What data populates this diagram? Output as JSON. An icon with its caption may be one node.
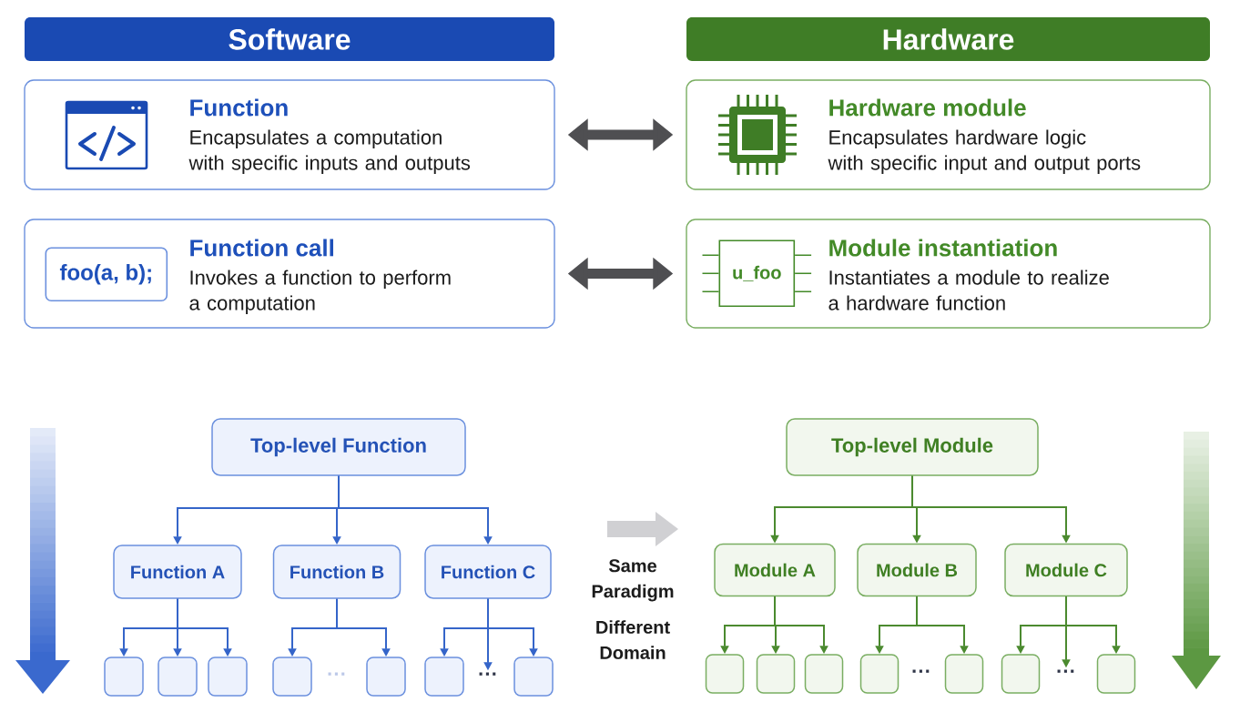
{
  "diagram": {
    "nodes": [
      {
        "text": [
          "Software"
        ]
      },
      {
        "text": [
          "Hardware"
        ]
      },
      {
        "text": [
          "Function",
          "Encapsulates a computation with specific inputs and outputs"
        ]
      },
      {
        "text": [
          "Hardware module",
          "Encapsulates hardware logic with specific input and output ports"
        ]
      },
      {
        "text": [
          "Function call",
          "Invokes a function to perform a computation"
        ]
      },
      {
        "text": [
          "foo(a, b);"
        ],
        "in": 4
      },
      {
        "text": [
          "Module instantiation",
          "Instantiates a module to realize a hardware function"
        ]
      },
      {
        "text": [
          "u_foo"
        ],
        "in": 6
      },
      {
        "text": [
          "Top-level Function"
        ]
      },
      {
        "text": [
          "Top-level Module"
        ]
      },
      {
        "text": [
          "Function A"
        ]
      },
      {
        "text": [
          "Function B"
        ]
      },
      {
        "text": [
          "Function C"
        ]
      },
      {
        "text": [
          "Module A"
        ]
      },
      {
        "text": [
          "Module B"
        ]
      },
      {
        "text": [
          "Module C"
        ]
      },
      {
        "text": [],
        "shape": "box"
      },
      {
        "text": [],
        "shape": "box"
      },
      {
        "text": [],
        "shape": "box"
      },
      {
        "text": [],
        "shape": "box"
      },
      {
        "text": [],
        "shape": "box"
      },
      {
        "text": [],
        "shape": "box"
      },
      {
        "text": [
          "···"
        ]
      },
      {
        "text": [],
        "shape": "box"
      },
      {
        "text": [],
        "shape": "box"
      },
      {
        "text": [],
        "shape": "box"
      },
      {
        "text": [],
        "shape": "box"
      },
      {
        "text": [],
        "shape": "box"
      },
      {
        "text": [],
        "shape": "box"
      },
      {
        "text": [],
        "shape": "box"
      },
      {
        "text": [
          "···"
        ]
      },
      {
        "text": [],
        "shape": "box"
      }
    ],
    "edges": [
      {
        "from": 2,
        "to": 3,
        "arrow": "both",
        "style": "thick",
        "color": "#4f4f52"
      },
      {
        "from": 4,
        "to": 6,
        "arrow": "both",
        "style": "thick",
        "color": "#4f4f52"
      },
      {
        "from": 8,
        "to": 10,
        "arrow": "to",
        "color": "#3565c9"
      },
      {
        "from": 8,
        "to": 11,
        "arrow": "to",
        "color": "#3565c9"
      },
      {
        "from": 8,
        "to": 12,
        "arrow": "to",
        "color": "#3565c9"
      },
      {
        "from": 9,
        "to": 13,
        "arrow": "to",
        "color": "#4b8a2f"
      },
      {
        "from": 9,
        "to": 14,
        "arrow": "to",
        "color": "#4b8a2f"
      },
      {
        "from": 9,
        "to": 15,
        "arrow": "to",
        "color": "#4b8a2f"
      },
      {
        "from": 10,
        "to": 16,
        "arrow": "to",
        "color": "#3565c9"
      },
      {
        "from": 10,
        "to": 17,
        "arrow": "to",
        "color": "#3565c9"
      },
      {
        "from": 10,
        "to": 18,
        "arrow": "to",
        "color": "#3565c9"
      },
      {
        "from": 11,
        "to": 19,
        "arrow": "to",
        "color": "#3565c9"
      },
      {
        "from": 11,
        "to": 20,
        "arrow": "to",
        "color": "#3565c9"
      },
      {
        "from": 12,
        "to": 21,
        "arrow": "to",
        "color": "#3565c9"
      },
      {
        "from": 12,
        "to": 22,
        "arrow": "to",
        "color": "#3565c9"
      },
      {
        "from": 12,
        "to": 23,
        "arrow": "to",
        "color": "#3565c9"
      },
      {
        "from": 13,
        "to": 24,
        "arrow": "to",
        "color": "#4b8a2f"
      },
      {
        "from": 13,
        "to": 25,
        "arrow": "to",
        "color": "#4b8a2f"
      },
      {
        "from": 13,
        "to": 26,
        "arrow": "to",
        "color": "#4b8a2f"
      },
      {
        "from": 14,
        "to": 27,
        "arrow": "to",
        "color": "#4b8a2f"
      },
      {
        "from": 14,
        "to": 28,
        "arrow": "to",
        "color": "#4b8a2f"
      },
      {
        "from": 15,
        "to": 29,
        "arrow": "to",
        "color": "#4b8a2f"
      },
      {
        "from": 15,
        "to": 30,
        "arrow": "to",
        "color": "#4b8a2f"
      },
      {
        "from": 15,
        "to": 31,
        "arrow": "to",
        "color": "#4b8a2f"
      }
    ],
    "labels": [
      "Same Paradigm",
      "Different Domain",
      "···",
      "···"
    ]
  }
}
